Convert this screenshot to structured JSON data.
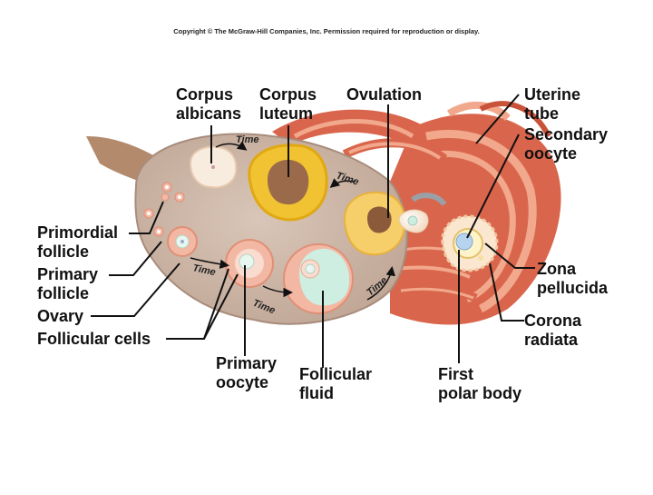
{
  "copyright": "Copyright © The McGraw-Hill Companies, Inc. Permission required for reproduction or display.",
  "labels": {
    "corpus_albicans": [
      "Corpus",
      "albicans"
    ],
    "corpus_luteum": [
      "Corpus",
      "luteum"
    ],
    "ovulation": "Ovulation",
    "uterine_tube": [
      "Uterine",
      "tube"
    ],
    "secondary_oocyte": [
      "Secondary",
      "oocyte"
    ],
    "primordial_follicle": [
      "Primordial",
      "follicle"
    ],
    "primary_follicle": [
      "Primary",
      "follicle"
    ],
    "ovary": "Ovary",
    "follicular_cells": "Follicular cells",
    "zona_pellucida": [
      "Zona",
      "pellucida"
    ],
    "corona_radiata": [
      "Corona",
      "radiata"
    ],
    "primary_oocyte": [
      "Primary",
      "oocyte"
    ],
    "follicular_fluid": [
      "Follicular",
      "fluid"
    ],
    "first_polar_body": [
      "First",
      "polar body"
    ]
  },
  "time_label": "Time",
  "colors": {
    "ovary_stroma": "#cdb6a6",
    "ligament": "#b38a6c",
    "tube_muscle": "#d9664c",
    "tube_light": "#f2a88c",
    "corpus_luteum": "#f1c232",
    "corpus_albicans": "#f8ecdf",
    "follicle_pink": "#f2b8a4",
    "antrum_fluid": "#cdeee0",
    "oocyte": "#e8f6f0"
  },
  "icons": {
    "time_arrow": "curved-arrow-icon"
  }
}
